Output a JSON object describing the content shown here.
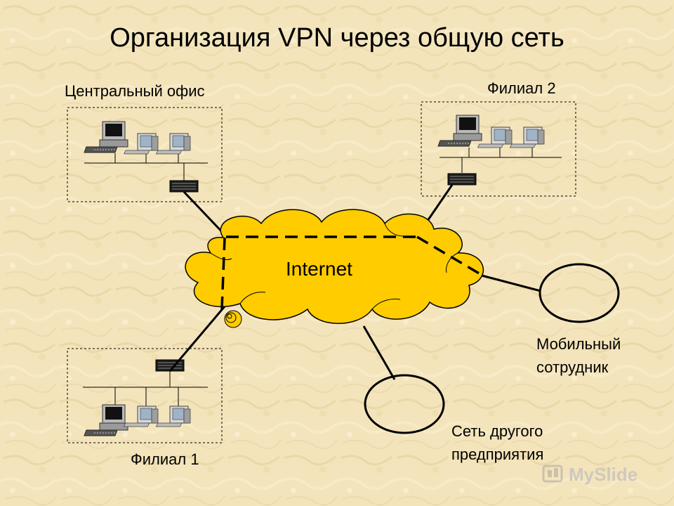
{
  "title": "Организация VPN через общую сеть",
  "labels": {
    "central_office": "Центральный офис",
    "branch_2": "Филиал 2",
    "branch_1": "Филиал 1",
    "mobile_line1": "Мобильный",
    "mobile_line2": "сотрудник",
    "other_enterprise_line1": "Сеть другого",
    "other_enterprise_line2": "предприятия",
    "internet": "Internet"
  },
  "watermark": "MySlide",
  "colors": {
    "background": "#f3e3b8",
    "cloud": "#ffcc00",
    "line": "#000000"
  },
  "icons": [
    "desktop-workstation-icon",
    "terminal-icon",
    "router-icon",
    "modem-icon"
  ]
}
